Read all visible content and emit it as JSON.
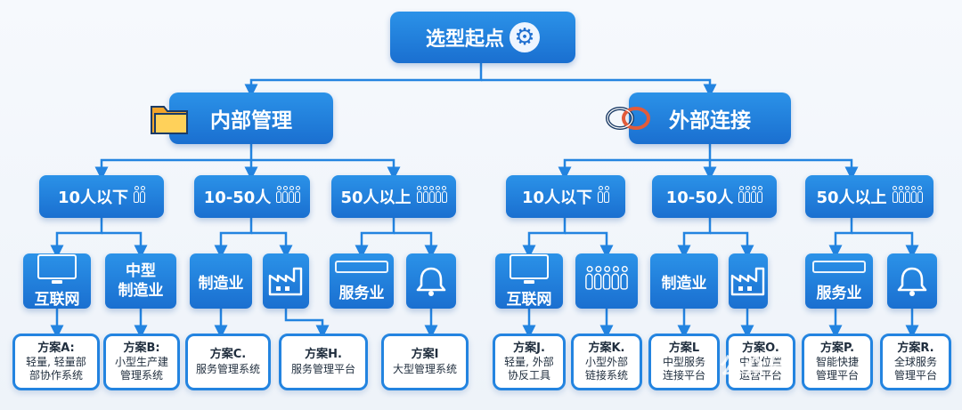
{
  "root": {
    "label": "选型起点",
    "icon": "gear-icon"
  },
  "branches": [
    {
      "label": "内部管理",
      "icon": "folder-icon"
    },
    {
      "label": "外部连接",
      "icon": "link-chain-icon"
    }
  ],
  "sizes": [
    {
      "label": "10人以下",
      "icon": "people-pair-icon"
    },
    {
      "label": "10-50人",
      "icon": "people-group-icon"
    },
    {
      "label": "50人以上",
      "icon": "people-crowd-icon"
    },
    {
      "label": "10人以下",
      "icon": "people-pair-icon"
    },
    {
      "label": "10-50人",
      "icon": "people-group-icon"
    },
    {
      "label": "50人以上",
      "icon": "people-crowd-icon"
    }
  ],
  "industries": [
    {
      "label": "互联网",
      "icon": "monitor-icon"
    },
    {
      "label": "中型\n制造业",
      "icon": ""
    },
    {
      "label": "制造业",
      "icon": ""
    },
    {
      "label": "",
      "icon": "factory-icon"
    },
    {
      "label": "服务业",
      "icon": "service-bar-icon"
    },
    {
      "label": "",
      "icon": "bell-icon"
    },
    {
      "label": "互联网",
      "icon": "monitor-icon"
    },
    {
      "label": "",
      "icon": "people-crowd-icon"
    },
    {
      "label": "制造业",
      "icon": ""
    },
    {
      "label": "",
      "icon": "factory-icon"
    },
    {
      "label": "服务业",
      "icon": "service-bar-icon"
    },
    {
      "label": "",
      "icon": "bell-icon"
    }
  ],
  "plans": [
    {
      "title": "方案A:",
      "line1": "轻量, 轻量部",
      "line2": "部协作系统"
    },
    {
      "title": "方案B:",
      "line1": "小型生产建",
      "line2": "管理系统"
    },
    {
      "title": "方案C.",
      "line1": "服务管理系统",
      "line2": ""
    },
    {
      "title": "方案H.",
      "line1": "服务管理平台",
      "line2": ""
    },
    {
      "title": "方案I",
      "line1": "大型管理系统",
      "line2": ""
    },
    {
      "title": "方案J.",
      "line1": "轻量, 外部",
      "line2": "协反工具"
    },
    {
      "title": "方案K.",
      "line1": "小型外部",
      "line2": "链接系统"
    },
    {
      "title": "方案L",
      "line1": "中型服务",
      "line2": "连接平台"
    },
    {
      "title": "方案O.",
      "line1": "中型位置",
      "line2": "运营平台"
    },
    {
      "title": "方案P.",
      "line1": "智能快捷",
      "line2": "管理平台"
    },
    {
      "title": "方案R.",
      "line1": "全球服务",
      "line2": "管理平台"
    }
  ],
  "watermark": "公众号",
  "colors": {
    "primary": "#1a6fd0",
    "accent": "#2b92e8",
    "line": "#2384e0",
    "background": "#f1f5fa"
  }
}
